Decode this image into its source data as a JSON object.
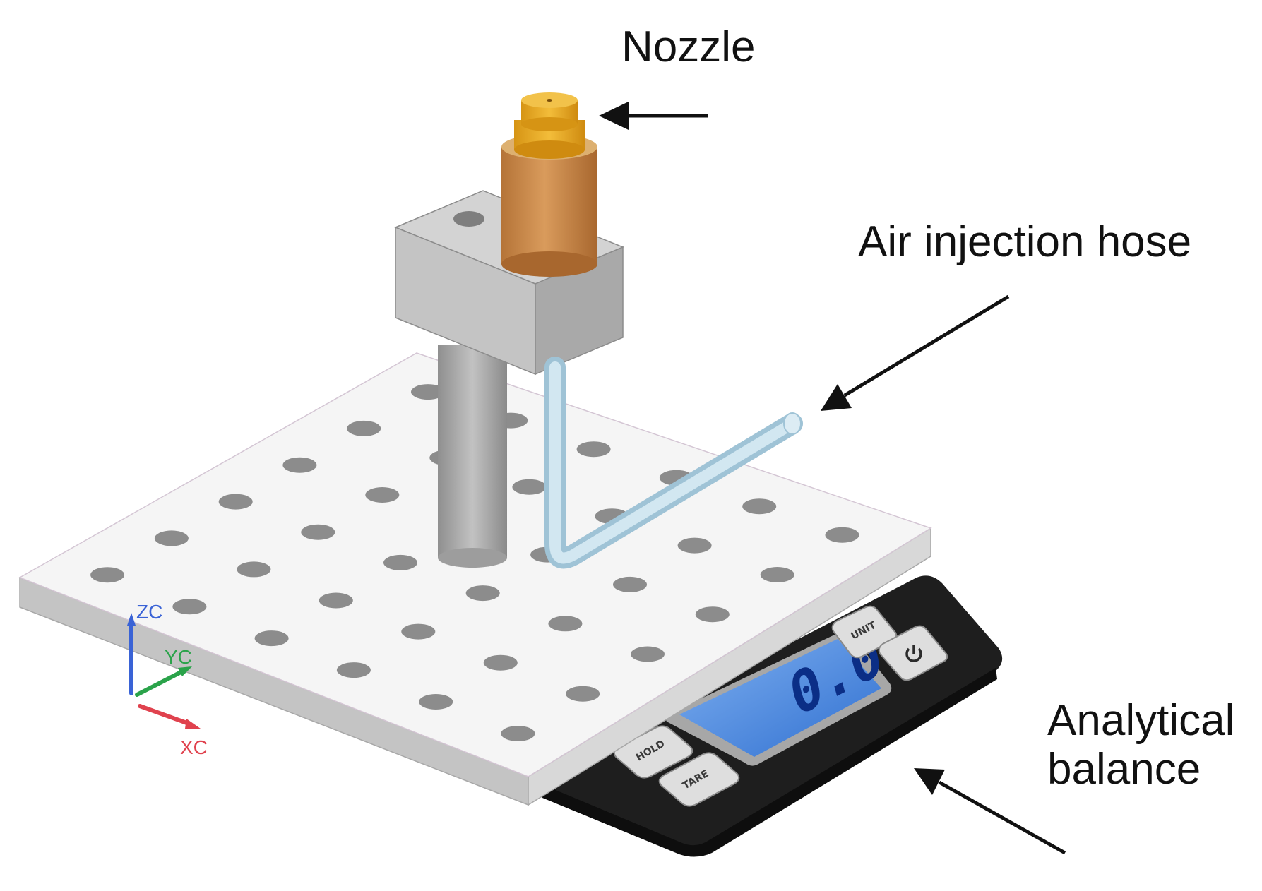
{
  "labels": {
    "nozzle": "Nozzle",
    "hose": "Air injection hose",
    "balance": "Analytical\nbalance"
  },
  "axes": {
    "z": "ZC",
    "y": "YC",
    "x": "XC"
  },
  "balance": {
    "display": "0.0",
    "keys": {
      "unit": "UNIT",
      "hold": "HOLD",
      "tare": "TARE"
    },
    "power_icon": "power-icon"
  },
  "colors": {
    "plate_top": "#f4f4f4",
    "plate_side": "#c9c9c9",
    "holder": "#bdbdbd",
    "post": "#a9a9a9",
    "nozzle_tip": "#e8a91c",
    "nozzle_body": "#c98a4c",
    "hose": "#b9d6e4",
    "balance_body": "#1e1e1e",
    "display_screen": "#3f7ed8",
    "axis_z": "#3a63d6",
    "axis_y": "#2aa34a",
    "axis_x": "#e0424e"
  }
}
